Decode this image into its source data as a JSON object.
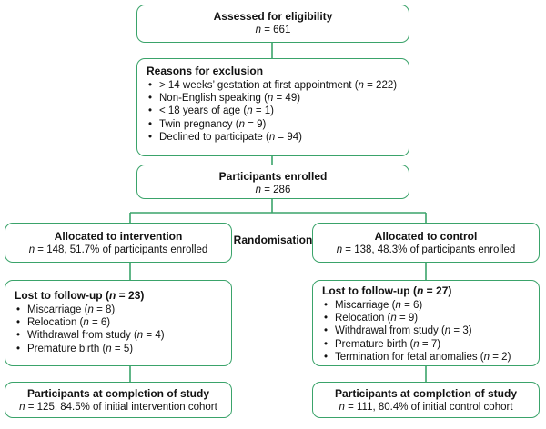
{
  "assessed": {
    "title": "Assessed for eligibility",
    "n": "661"
  },
  "exclusion": {
    "title": "Reasons for exclusion",
    "items": [
      {
        "text": "> 14 weeks’ gestation at first appointment",
        "n": "222"
      },
      {
        "text": "Non-English speaking",
        "n": "49"
      },
      {
        "text": "< 18 years of age",
        "n": "1"
      },
      {
        "text": "Twin pregnancy",
        "n": "9"
      },
      {
        "text": "Declined to participate",
        "n": "94"
      }
    ]
  },
  "enrolled": {
    "title": "Participants enrolled",
    "n": "286"
  },
  "randomisation": "Randomisation",
  "intervention": {
    "title": "Allocated to intervention",
    "detail": "148, 51.7% of participants enrolled",
    "lost": {
      "title": "Lost to follow-up",
      "n": "23",
      "items": [
        {
          "text": "Miscarriage",
          "n": "8"
        },
        {
          "text": "Relocation",
          "n": "6"
        },
        {
          "text": "Withdrawal from study",
          "n": "4"
        },
        {
          "text": "Premature birth",
          "n": "5"
        }
      ]
    },
    "completion": {
      "title": "Participants at completion of study",
      "detail": "125, 84.5% of initial intervention cohort"
    }
  },
  "control": {
    "title": "Allocated to control",
    "detail": "138, 48.3% of participants enrolled",
    "lost": {
      "title": "Lost to follow-up",
      "n": "27",
      "items": [
        {
          "text": "Miscarriage",
          "n": "6"
        },
        {
          "text": "Relocation",
          "n": "9"
        },
        {
          "text": "Withdrawal from study",
          "n": "3"
        },
        {
          "text": "Premature birth",
          "n": "7"
        },
        {
          "text": "Termination for fetal anomalies",
          "n": "2"
        }
      ]
    },
    "completion": {
      "title": "Participants at completion of study",
      "detail": "111, 80.4% of initial control cohort"
    }
  },
  "colors": {
    "border": "#3aa36a",
    "line": "#3aa36a"
  }
}
